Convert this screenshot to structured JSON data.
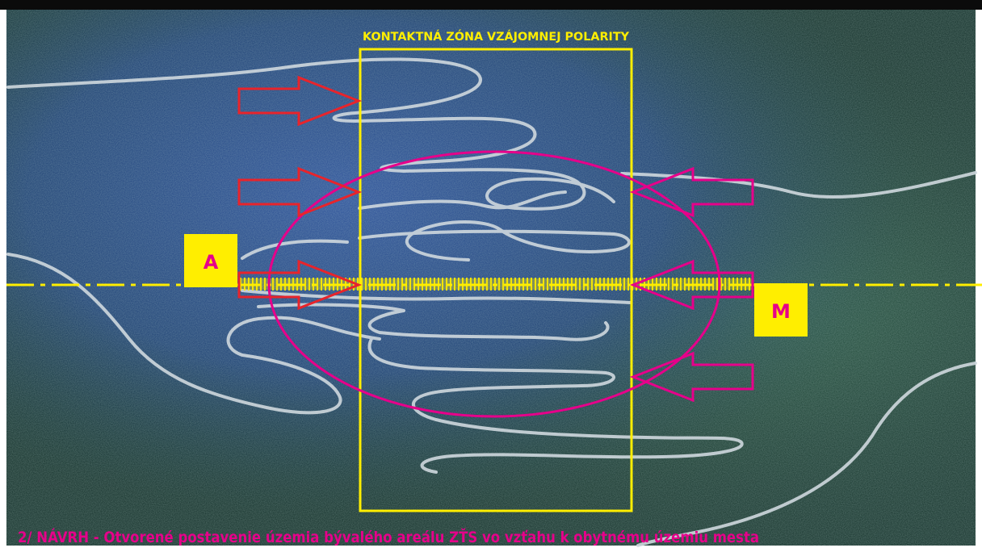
{
  "diagram": {
    "zone_title": "KONTAKTNÁ  ZÓNA  VZÁJOMNEJ  POLARITY",
    "marker_left": "A",
    "marker_right": "M",
    "caption": "2/ NÁVRH - Otvorené postavenie územia bývalého areálu ZŤS vo vzťahu k obytnému územiu mesta"
  },
  "colors": {
    "zone_frame": "#ffee00",
    "axis_line": "#ffee00",
    "red_arrows": "#e8242b",
    "magenta_arrows": "#e6008a",
    "ellipse": "#e6008a",
    "marker_fill": "#ffee00",
    "marker_text": "#e6008a",
    "caption_text": "#e6008a",
    "background_dark": "#0c1a17",
    "background_blue": "#1d3c7a",
    "background_green": "#1e4a36",
    "strand": "#cfd8de"
  }
}
